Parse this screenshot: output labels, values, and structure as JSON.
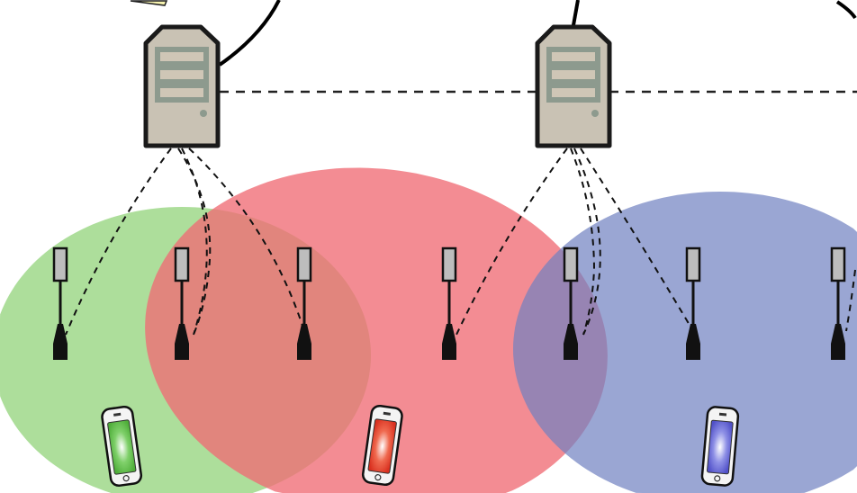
{
  "colors": {
    "cell_green": "#9fd889",
    "cell_red": "#ef6b75",
    "cell_blue": "#7d8cc4",
    "server_body": "#c9c2b4",
    "server_panel": "#8d9a8e",
    "phone_green": "#5fc04a",
    "phone_red": "#e8402e",
    "phone_blue": "#6a6fd8"
  },
  "servers": [
    {
      "id": "server-1"
    },
    {
      "id": "server-2"
    }
  ],
  "cells": [
    {
      "id": "green"
    },
    {
      "id": "red"
    },
    {
      "id": "blue"
    }
  ],
  "antennas": 7,
  "phones": [
    {
      "color": "green"
    },
    {
      "color": "red"
    },
    {
      "color": "blue"
    }
  ]
}
